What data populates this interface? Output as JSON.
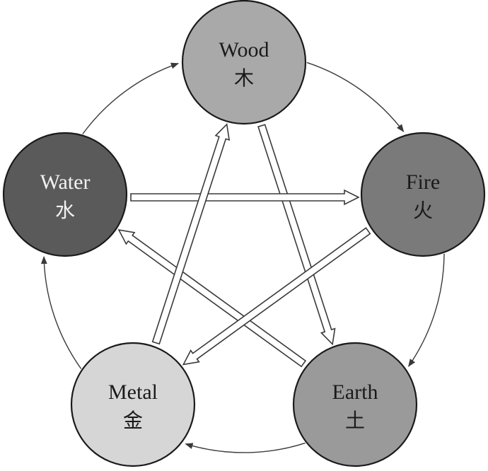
{
  "nodes": [
    {
      "id": "wood",
      "label": "Wood",
      "glyph": "木",
      "fill": "#a9a9a9",
      "text_color": "#1a1a1a"
    },
    {
      "id": "fire",
      "label": "Fire",
      "glyph": "火",
      "fill": "#7a7a7a",
      "text_color": "#1a1a1a"
    },
    {
      "id": "earth",
      "label": "Earth",
      "glyph": "土",
      "fill": "#9a9a9a",
      "text_color": "#1a1a1a"
    },
    {
      "id": "metal",
      "label": "Metal",
      "glyph": "金",
      "fill": "#d6d6d6",
      "text_color": "#1a1a1a"
    },
    {
      "id": "water",
      "label": "Water",
      "glyph": "水",
      "fill": "#5a5a5a",
      "text_color": "#f2f2f2"
    }
  ],
  "generating_cycle": [
    {
      "from": "wood",
      "to": "fire"
    },
    {
      "from": "fire",
      "to": "earth"
    },
    {
      "from": "earth",
      "to": "metal"
    },
    {
      "from": "metal",
      "to": "water"
    },
    {
      "from": "water",
      "to": "wood"
    }
  ],
  "controlling_cycle": [
    {
      "from": "wood",
      "to": "earth"
    },
    {
      "from": "earth",
      "to": "water"
    },
    {
      "from": "water",
      "to": "fire"
    },
    {
      "from": "fire",
      "to": "metal"
    },
    {
      "from": "metal",
      "to": "wood"
    }
  ]
}
